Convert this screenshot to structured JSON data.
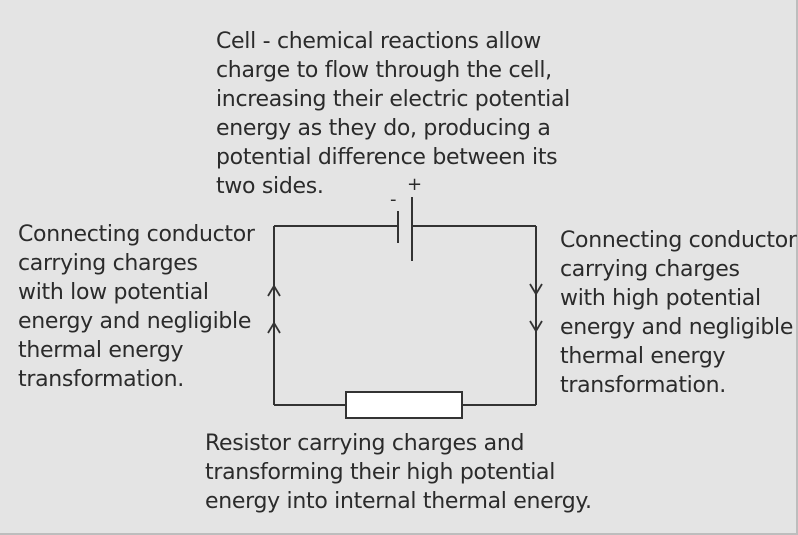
{
  "cell_label": {
    "lines": [
      "Cell - chemical reactions allow",
      "charge to flow through the cell,",
      "increasing their electric potential",
      "energy as they do, producing a",
      "potential difference between its",
      "two sides."
    ]
  },
  "left_label": {
    "lines": [
      "Connecting conductor",
      "carrying charges",
      "with low potential",
      "energy and negligible",
      "thermal energy",
      "transformation."
    ]
  },
  "right_label": {
    "lines": [
      "Connecting conductor",
      "carrying charges",
      "with high potential",
      "energy and negligible",
      "thermal energy",
      "transformation."
    ]
  },
  "resistor_label": {
    "lines": [
      "Resistor carrying charges and",
      "transforming their high potential",
      "energy into internal thermal energy."
    ]
  },
  "cell_terminals": {
    "positive": "+",
    "negative": "-"
  },
  "colors": {
    "background": "#e4e4e4",
    "ink": "#2b2b2b",
    "wire": "#333333",
    "resistor_fill": "#ffffff"
  }
}
